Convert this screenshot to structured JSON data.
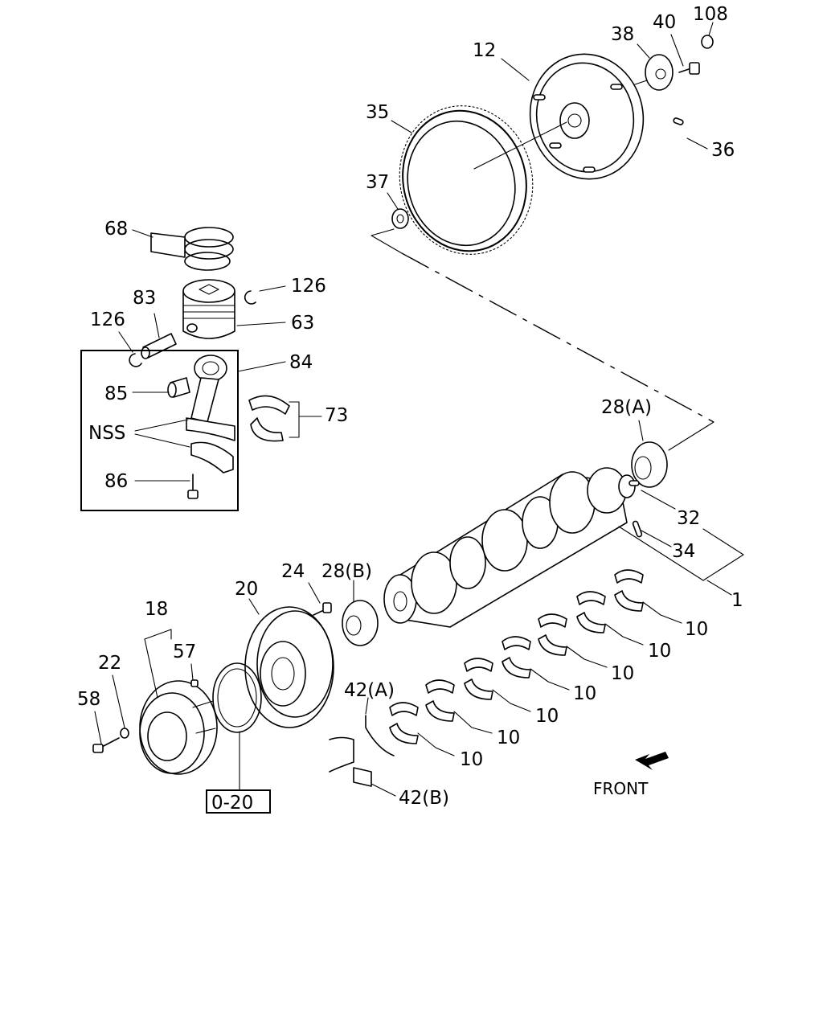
{
  "callouts": {
    "c12": "12",
    "c38": "38",
    "c40": "40",
    "c108": "108",
    "c35": "35",
    "c36": "36",
    "c37": "37",
    "c68": "68",
    "c126a": "126",
    "c83": "83",
    "c63": "63",
    "c126b": "126",
    "c84": "84",
    "c85": "85",
    "c73": "73",
    "cnss": "NSS",
    "c86": "86",
    "c28a": "28(A)",
    "c32": "32",
    "c34": "34",
    "c1": "1",
    "c24": "24",
    "c28b": "28(B)",
    "c20": "20",
    "c18": "18",
    "c57": "57",
    "c22": "22",
    "c58": "58",
    "c42a": "42(A)",
    "c42b": "42(B)",
    "c10_1": "10",
    "c10_2": "10",
    "c10_3": "10",
    "c10_4": "10",
    "c10_5": "10",
    "c10_6": "10",
    "c10_7": "10",
    "ref020": "0-20"
  },
  "front_label": "FRONT",
  "icons": {
    "front_arrow": "arrow-down-left-icon"
  }
}
